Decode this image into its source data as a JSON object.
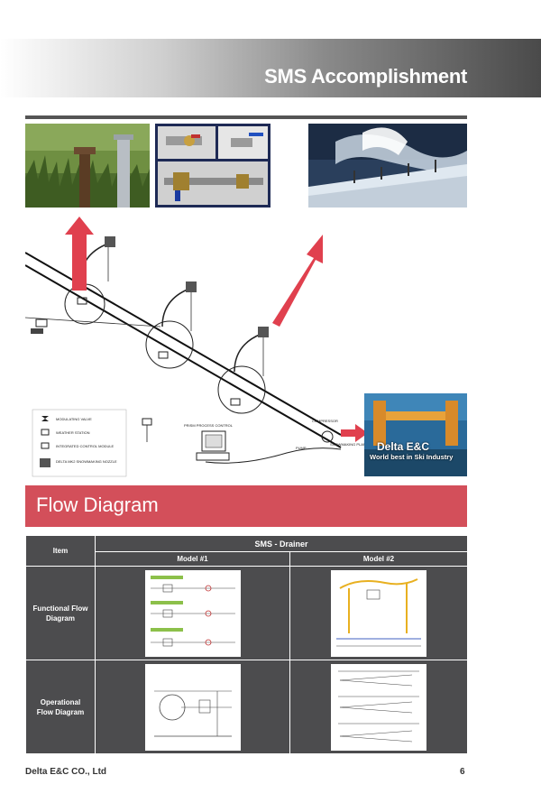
{
  "header": {
    "title": "SMS Accomplishment"
  },
  "diagram": {
    "legend": [
      {
        "icon": "modulating-valve-icon",
        "label": "MODULATING VALVE"
      },
      {
        "icon": "weather-station-icon",
        "label": "WEATHER STATION"
      },
      {
        "icon": "control-module-icon",
        "label": "INTEGRATED CONTROL MODULE"
      },
      {
        "icon": "snowmaking-nozzle-icon",
        "label": "DELTA MK2 SNOWMAKING NOZZLE"
      }
    ],
    "labels": {
      "process_control": "PRISM PROCESS CONTROL",
      "compressor": "COMPRESSOR",
      "pump": "PUMP",
      "snowmaking_plant": "SNOWMAKING PLANT"
    }
  },
  "logo": {
    "brand": "Delta E&C",
    "tagline": "World best in Ski Industry"
  },
  "flow": {
    "title": "Flow Diagram",
    "table": {
      "item_header": "Item",
      "group_header": "SMS - Drainer",
      "model1": "Model #1",
      "model2": "Model #2",
      "row1_label": "Functional Flow Diagram",
      "row2_label": "Operational Flow Diagram"
    }
  },
  "footer": {
    "company": "Delta E&C CO., Ltd",
    "page": "6"
  },
  "colors": {
    "accent": "#d34f5a",
    "table": "#4c4c4e",
    "arrow": "#e0404e",
    "dark": "#555555"
  }
}
